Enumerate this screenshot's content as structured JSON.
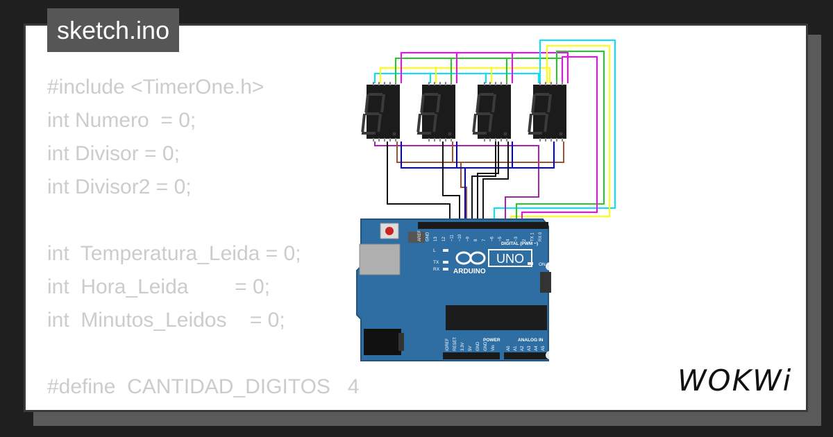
{
  "header": {
    "filename": "sketch.ino"
  },
  "code_lines": [
    "#include <TimerOne.h>",
    "int Numero  = 0;",
    "int Divisor = 0;",
    "int Divisor2 = 0;",
    "",
    "int  Temperatura_Leida = 0;",
    "int  Hora_Leida        = 0;",
    "int  Minutos_Leidos    = 0;",
    "",
    "#define  CANTIDAD_DIGITOS   4"
  ],
  "board": {
    "logo_text": "ARDUINO",
    "model": "UNO",
    "digital_label": "DIGITAL (PWM ~)",
    "power_label": "POWER",
    "analog_label": "ANALOG IN",
    "on_label": "ON",
    "led_labels": [
      "L",
      "TX",
      "RX"
    ],
    "top_pins": [
      "AREF",
      "GND",
      "13",
      "12",
      "~11",
      "~10",
      "~9",
      "8",
      "7",
      "~6",
      "~5",
      "4",
      "~3",
      "2",
      "TX 1",
      "RX 0"
    ],
    "power_pins": [
      "IOREF",
      "RESET",
      "3.3V",
      "5V",
      "GND",
      "GND",
      "Vin"
    ],
    "analog_pins": [
      "A0",
      "A1",
      "A2",
      "A3",
      "A4",
      "A5"
    ]
  },
  "displays": {
    "count": 4
  },
  "wire_colors": [
    "#ff00ff",
    "#ffff00",
    "#00e5ff",
    "#22cc22",
    "#a0522d",
    "#0000dd",
    "#111111",
    "#aa22aa"
  ],
  "footer": {
    "brand": "WOKWi"
  }
}
